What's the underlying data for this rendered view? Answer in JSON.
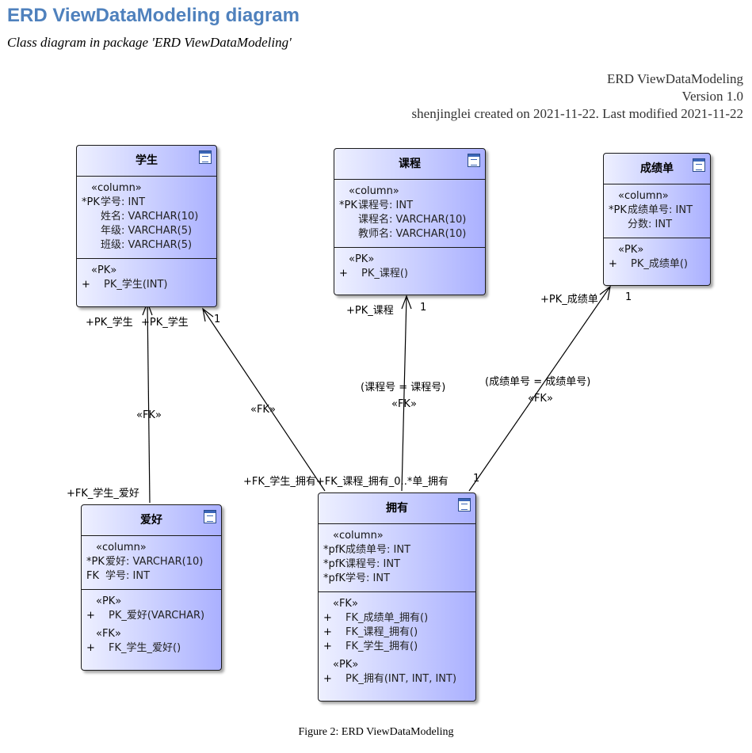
{
  "header": {
    "title": "ERD ViewDataModeling diagram",
    "subtitle": "Class diagram in package 'ERD ViewDataModeling'",
    "meta_name": "ERD ViewDataModeling",
    "meta_version": "Version 1.0",
    "meta_created": "shenjinglei created on 2021-11-22.  Last modified 2021-11-22"
  },
  "caption": "Figure 2:  ERD ViewDataModeling",
  "classes": {
    "xuesheng": {
      "name": "学生",
      "col_stereo": "«column»",
      "cols": [
        {
          "p": "*PK",
          "t": "学号: INT"
        },
        {
          "p": "",
          "t": "姓名: VARCHAR(10)"
        },
        {
          "p": "",
          "t": "年级: VARCHAR(5)"
        },
        {
          "p": "",
          "t": "班级: VARCHAR(5)"
        }
      ],
      "op_stereo": "«PK»",
      "ops": [
        {
          "v": "+",
          "t": "PK_学生(INT)"
        }
      ]
    },
    "kecheng": {
      "name": "课程",
      "col_stereo": "«column»",
      "cols": [
        {
          "p": "*PK",
          "t": "课程号: INT"
        },
        {
          "p": "",
          "t": "课程名: VARCHAR(10)"
        },
        {
          "p": "",
          "t": "教师名: VARCHAR(10)"
        }
      ],
      "op_stereo": "«PK»",
      "ops": [
        {
          "v": "+",
          "t": "PK_课程()"
        }
      ]
    },
    "chengjidan": {
      "name": "成绩单",
      "col_stereo": "«column»",
      "cols": [
        {
          "p": "*PK",
          "t": "成绩单号: INT"
        },
        {
          "p": "",
          "t": "分数: INT"
        }
      ],
      "op_stereo": "«PK»",
      "ops": [
        {
          "v": "+",
          "t": "PK_成绩单()"
        }
      ]
    },
    "aihao": {
      "name": "爱好",
      "col_stereo": "«column»",
      "cols": [
        {
          "p": "*PK",
          "t": "爱好: VARCHAR(10)"
        },
        {
          "p": "FK",
          "t": "学号: INT"
        }
      ],
      "op_stereo": "«PK»",
      "ops": [
        {
          "v": "+",
          "t": "PK_爱好(VARCHAR)"
        }
      ],
      "op_stereo2": "«FK»",
      "ops2": [
        {
          "v": "+",
          "t": "FK_学生_爱好()"
        }
      ]
    },
    "yongyou": {
      "name": "拥有",
      "col_stereo": "«column»",
      "cols": [
        {
          "p": "*pfK",
          "t": "成绩单号: INT"
        },
        {
          "p": "*pfK",
          "t": "课程号: INT"
        },
        {
          "p": "*pfK",
          "t": "学号: INT"
        }
      ],
      "op_stereo": "«FK»",
      "ops": [
        {
          "v": "+",
          "t": "FK_成绩单_拥有()"
        },
        {
          "v": "+",
          "t": "FK_课程_拥有()"
        },
        {
          "v": "+",
          "t": "FK_学生_拥有()"
        }
      ],
      "op_stereo2": "«PK»",
      "ops2": [
        {
          "v": "+",
          "t": "PK_拥有(INT, INT, INT)"
        }
      ]
    }
  },
  "labels": {
    "pk_xuesheng_a": "+PK_学生",
    "pk_xuesheng_b": "+PK_学生",
    "one_a": "1",
    "fk_a": "«FK»",
    "fk_b": "«FK»",
    "fk_xuesheng_aihao": "+FK_学生_爱好",
    "pk_kecheng": "+PK_课程",
    "one_b": "1",
    "cond_kecheng": "(课程号 = 课程号)",
    "fk_c": "«FK»",
    "pk_chengjidan": "+PK_成绩单",
    "one_c": "1",
    "cond_chengjidan": "(成绩单号 = 成绩单号)",
    "fk_d": "«FK»",
    "bottom_ends": "+FK_学生_拥有+FK_课程_拥有_0..*单_拥有",
    "one_d": "1"
  }
}
